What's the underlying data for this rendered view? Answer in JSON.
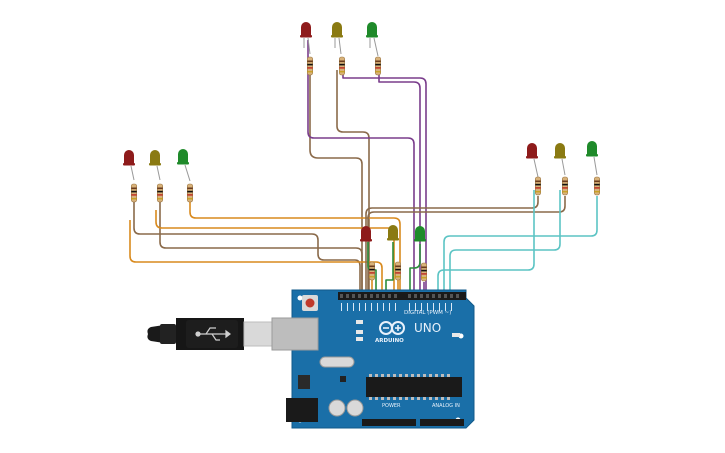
{
  "board": {
    "brand": "UNO",
    "logo_text": "ARDUINO",
    "digital_header_label": "DIGITAL (PWM ~)",
    "power_header_label": "POWER",
    "analog_header_label": "ANALOG IN",
    "body_color": "#1a6fa8"
  },
  "led_colors": {
    "red": "#8e1b1b",
    "yellow": "#8a7a12",
    "green": "#1f8a2a"
  },
  "wire_colors": {
    "brown": "#8a6a4a",
    "purple": "#7a3d8c",
    "orange": "#d98a1e",
    "teal": "#5cc4c4",
    "green": "#2c8c3c"
  },
  "traffic_lights": [
    {
      "name": "top",
      "leds": [
        "red",
        "yellow",
        "green"
      ]
    },
    {
      "name": "left",
      "leds": [
        "red",
        "yellow",
        "green"
      ]
    },
    {
      "name": "right",
      "leds": [
        "red",
        "yellow",
        "green"
      ]
    },
    {
      "name": "center",
      "leds": [
        "red",
        "yellow",
        "green"
      ]
    }
  ]
}
